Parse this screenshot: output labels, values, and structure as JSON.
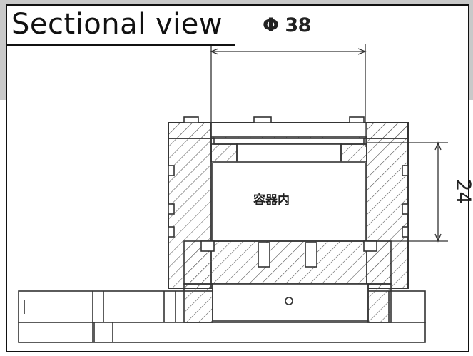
{
  "title": "Sectional view",
  "dimensions": {
    "diameter_label": "Φ 38",
    "height_label": "24"
  },
  "inner_label": "容器内",
  "colors": {
    "line": "#333333",
    "hatch": "#555555",
    "background_gray": "#c9c9c9",
    "frame_border": "#111111"
  }
}
